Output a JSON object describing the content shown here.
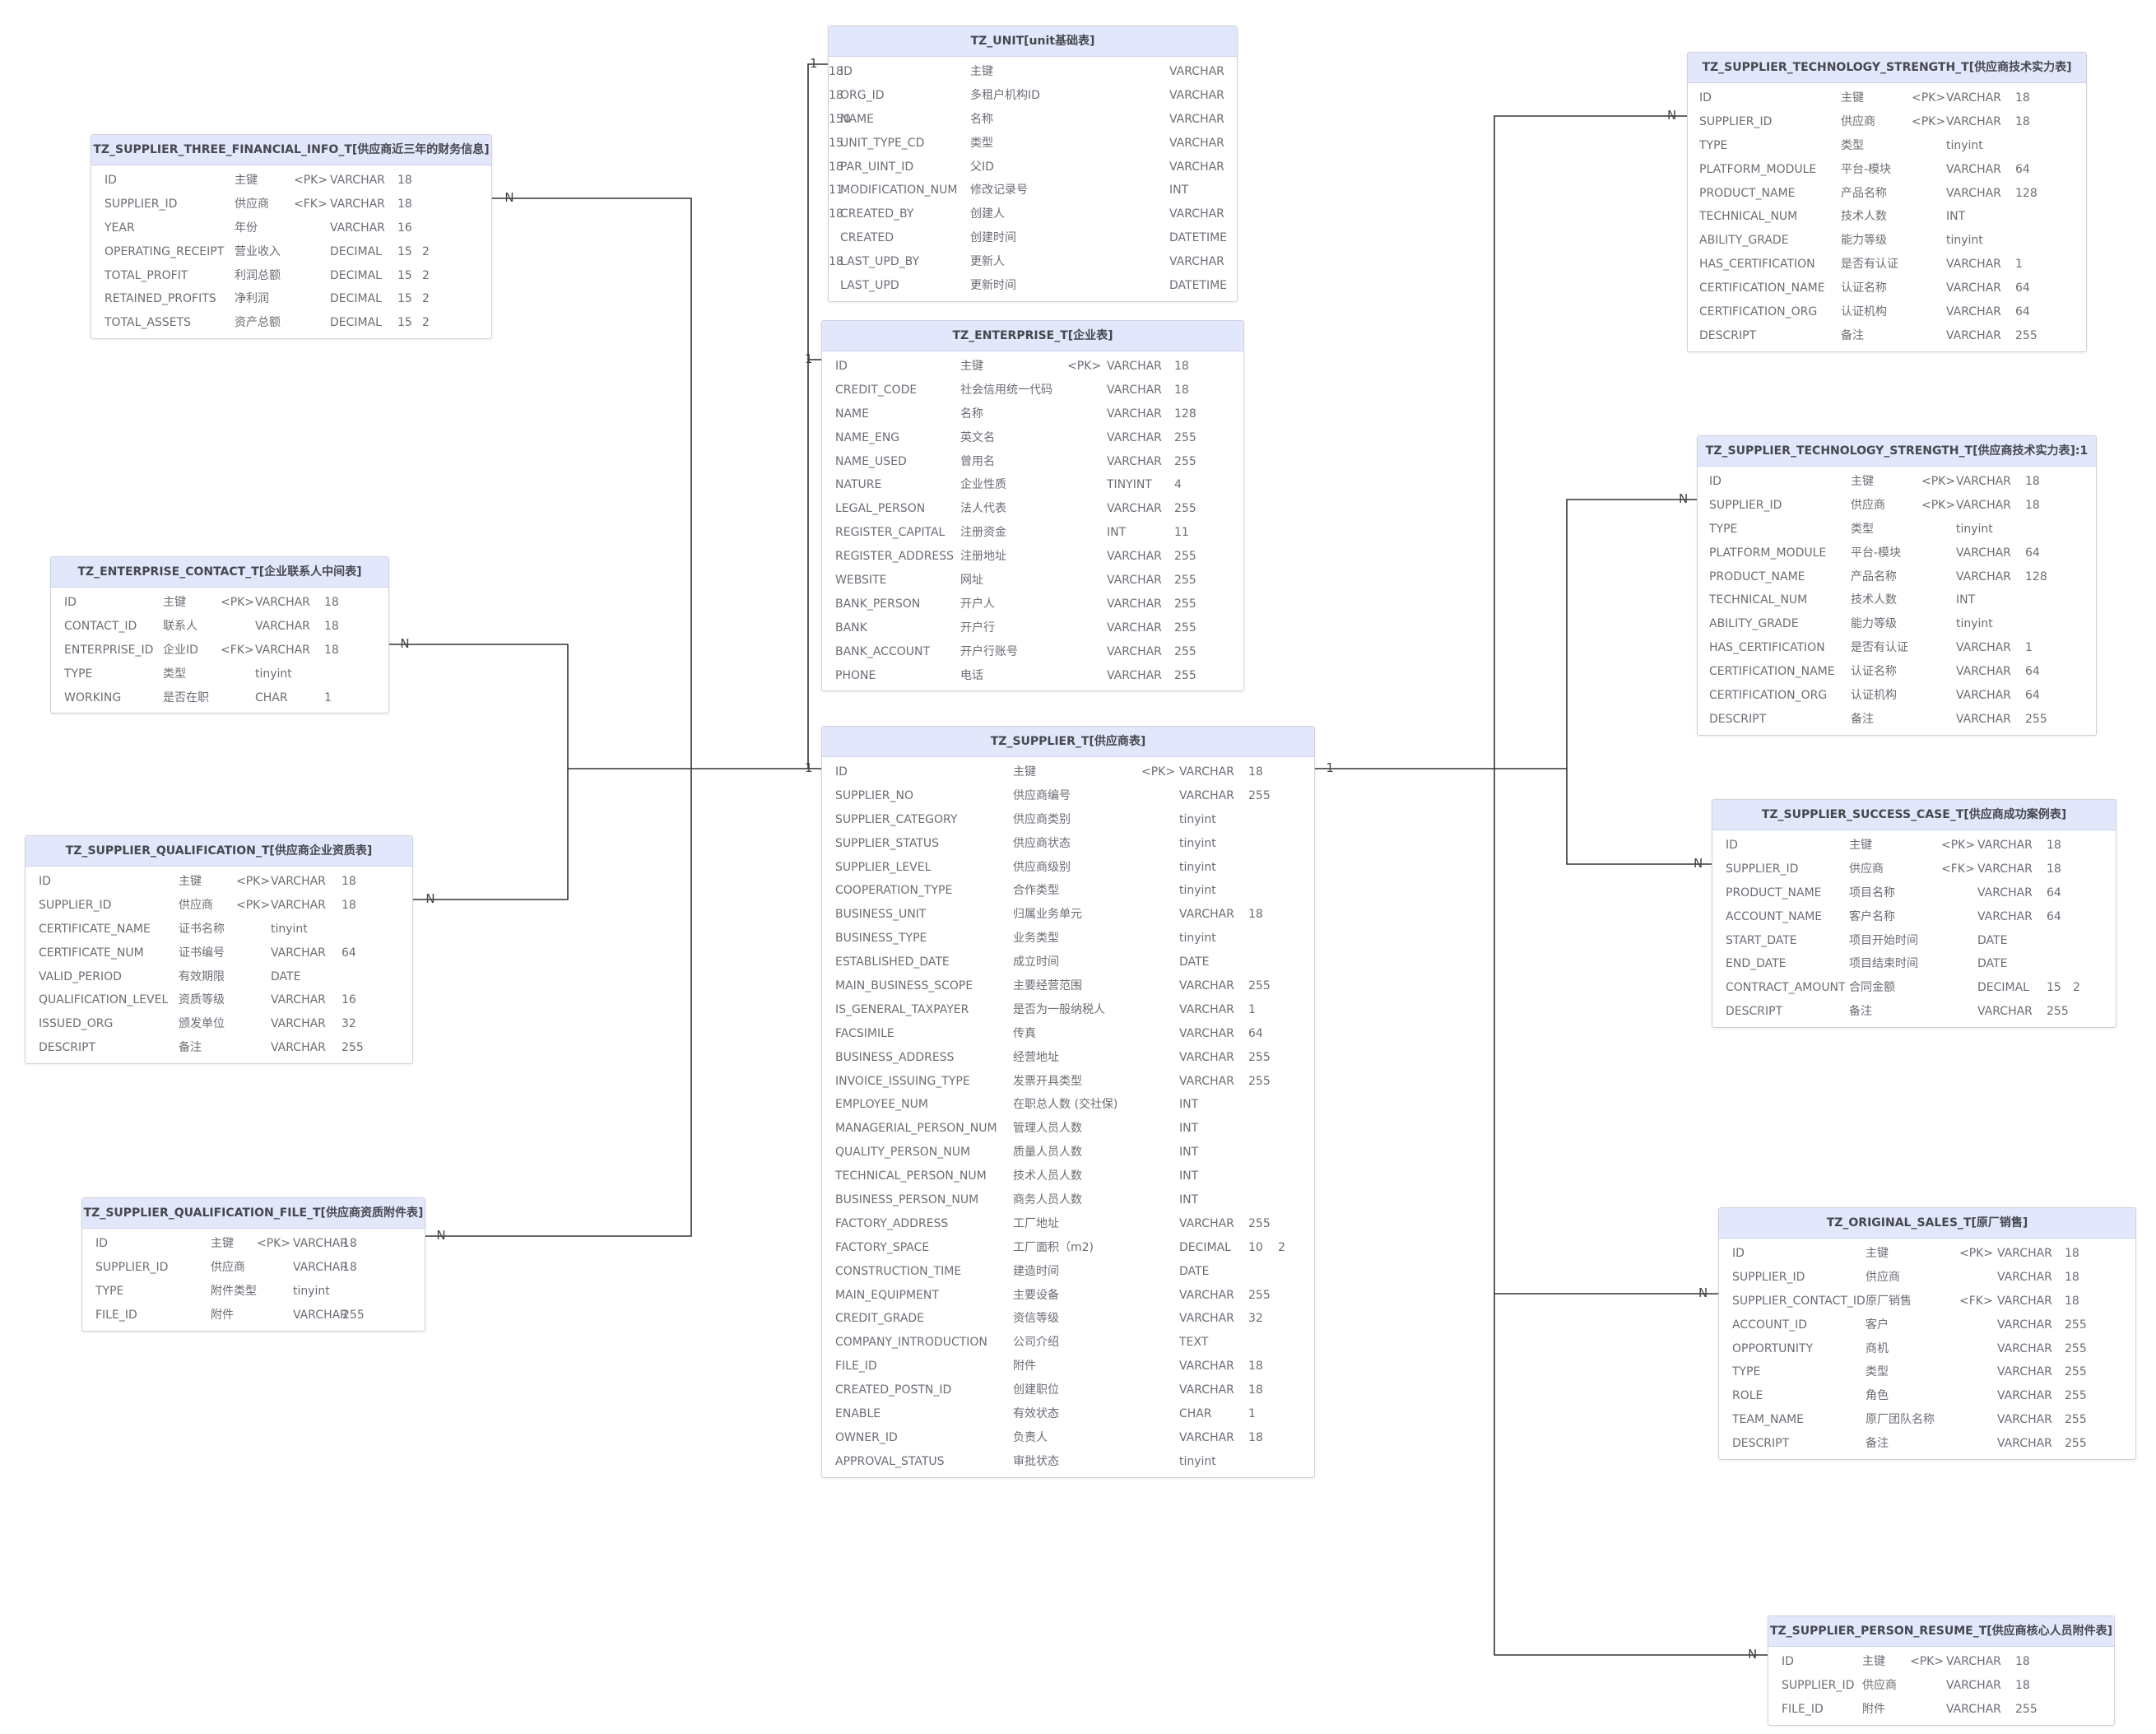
{
  "tables": [
    {
      "key": "unit",
      "title": "TZ_UNIT[unit基础表]",
      "cols": [
        "ID|主键||VARCHAR|18|",
        "ORG_ID|多租户机构ID||VARCHAR|18|",
        "NAME|名称||VARCHAR|150|",
        "UNIT_TYPE_CD|类型||VARCHAR|15|",
        "PAR_UINT_ID|父ID||VARCHAR|18|",
        "MODIFICATION_NUM|修改记录号||INT|11|",
        "CREATED_BY|创建人||VARCHAR|18|",
        "CREATED|创建时间||DATETIME||",
        "LAST_UPD_BY|更新人||VARCHAR|18|",
        "LAST_UPD|更新时间||DATETIME||"
      ]
    },
    {
      "key": "enterprise",
      "title": "TZ_ENTERPRISE_T[企业表]",
      "cols": [
        "ID|主键|<PK>|VARCHAR|18|",
        "CREDIT_CODE|社会信用统一代码||VARCHAR|18|",
        "NAME|名称||VARCHAR|128|",
        "NAME_ENG|英文名||VARCHAR|255|",
        "NAME_USED|曾用名||VARCHAR|255|",
        "NATURE|企业性质||TINYINT|4|",
        "LEGAL_PERSON|法人代表||VARCHAR|255|",
        "REGISTER_CAPITAL|注册资金||INT|11|",
        "REGISTER_ADDRESS|注册地址||VARCHAR|255|",
        "WEBSITE|网址||VARCHAR|255|",
        "BANK_PERSON|开户人||VARCHAR|255|",
        "BANK|开户行||VARCHAR|255|",
        "BANK_ACCOUNT|开户行账号||VARCHAR|255|",
        "PHONE|电话||VARCHAR|255|"
      ]
    },
    {
      "key": "supplier",
      "title": "TZ_SUPPLIER_T[供应商表]",
      "cols": [
        "ID|主键|<PK>|VARCHAR|18|",
        "SUPPLIER_NO|供应商编号||VARCHAR|255|",
        "SUPPLIER_CATEGORY|供应商类别||tinyint||",
        "SUPPLIER_STATUS|供应商状态||tinyint||",
        "SUPPLIER_LEVEL|供应商级别||tinyint||",
        "COOPERATION_TYPE|合作类型||tinyint||",
        "BUSINESS_UNIT|归属业务单元||VARCHAR|18|",
        "BUSINESS_TYPE|业务类型||tinyint||",
        "ESTABLISHED_DATE|成立时间||DATE||",
        "MAIN_BUSINESS_SCOPE|主要经营范围||VARCHAR|255|",
        "IS_GENERAL_TAXPAYER|是否为一般纳税人||VARCHAR|1|",
        "FACSIMILE|传真||VARCHAR|64|",
        "BUSINESS_ADDRESS|经营地址||VARCHAR|255|",
        "INVOICE_ISSUING_TYPE|发票开具类型||VARCHAR|255|",
        "EMPLOYEE_NUM|在职总人数 (交社保)||INT||",
        "MANAGERIAL_PERSON_NUM|管理人员人数||INT||",
        "QUALITY_PERSON_NUM|质量人员人数||INT||",
        "TECHNICAL_PERSON_NUM|技术人员人数||INT||",
        "BUSINESS_PERSON_NUM|商务人员人数||INT||",
        "FACTORY_ADDRESS|工厂地址||VARCHAR|255|",
        "FACTORY_SPACE|工厂面积（m2)||DECIMAL|10|2",
        "CONSTRUCTION_TIME|建造时间||DATE||",
        "MAIN_EQUIPMENT|主要设备||VARCHAR|255|",
        "CREDIT_GRADE|资信等级||VARCHAR|32|",
        "COMPANY_INTRODUCTION|公司介绍||TEXT||",
        "FILE_ID|附件||VARCHAR|18|",
        "CREATED_POSTN_ID|创建职位||VARCHAR|18|",
        "ENABLE|有效状态||CHAR|1|",
        "OWNER_ID|负责人||VARCHAR|18|",
        "APPROVAL_STATUS|审批状态||tinyint||"
      ]
    },
    {
      "key": "financial",
      "title": "TZ_SUPPLIER_THREE_FINANCIAL_INFO_T[供应商近三年的财务信息]",
      "cols": [
        "ID|主键|<PK>|VARCHAR|18|",
        "SUPPLIER_ID|供应商|<FK>|VARCHAR|18|",
        "YEAR|年份||VARCHAR|16|",
        "OPERATING_RECEIPT|营业收入||DECIMAL|15|2",
        "TOTAL_PROFIT|利润总额||DECIMAL|15|2",
        "RETAINED_PROFITS|净利润||DECIMAL|15|2",
        "TOTAL_ASSETS|资产总额||DECIMAL|15|2"
      ]
    },
    {
      "key": "contact",
      "title": "TZ_ENTERPRISE_CONTACT_T[企业联系人中间表]",
      "cols": [
        "ID|主键|<PK>|VARCHAR|18|",
        "CONTACT_ID|联系人||VARCHAR|18|",
        "ENTERPRISE_ID|企业ID|<FK>|VARCHAR|18|",
        "TYPE|类型||tinyint||",
        "WORKING|是否在职||CHAR|1|"
      ]
    },
    {
      "key": "qualification",
      "title": "TZ_SUPPLIER_QUALIFICATION_T[供应商企业资质表]",
      "cols": [
        "ID|主键|<PK>|VARCHAR|18|",
        "SUPPLIER_ID|供应商|<PK>|VARCHAR|18|",
        "CERTIFICATE_NAME|证书名称||tinyint||",
        "CERTIFICATE_NUM|证书编号||VARCHAR|64|",
        "VALID_PERIOD|有效期限||DATE||",
        "QUALIFICATION_LEVEL|资质等级||VARCHAR|16|",
        "ISSUED_ORG|颁发单位||VARCHAR|32|",
        "DESCRIPT|备注||VARCHAR|255|"
      ]
    },
    {
      "key": "qualfile",
      "title": "TZ_SUPPLIER_QUALIFICATION_FILE_T[供应商资质附件表]",
      "cols": [
        "ID|主键|<PK>|VARCHAR|18|",
        "SUPPLIER_ID|供应商||VARCHAR|18|",
        "TYPE|附件类型||tinyint||",
        "FILE_ID|附件||VARCHAR|255|"
      ]
    },
    {
      "key": "tech1",
      "title": "TZ_SUPPLIER_TECHNOLOGY_STRENGTH_T[供应商技术实力表]",
      "cols": [
        "ID|主键|<PK>|VARCHAR|18|",
        "SUPPLIER_ID|供应商|<PK>|VARCHAR|18|",
        "TYPE|类型||tinyint||",
        "PLATFORM_MODULE|平台-模块||VARCHAR|64|",
        "PRODUCT_NAME|产品名称||VARCHAR|128|",
        "TECHNICAL_NUM|技术人数||INT||",
        "ABILITY_GRADE|能力等级||tinyint||",
        "HAS_CERTIFICATION|是否有认证||VARCHAR|1|",
        "CERTIFICATION_NAME|认证名称||VARCHAR|64|",
        "CERTIFICATION_ORG|认证机构||VARCHAR|64|",
        "DESCRIPT|备注||VARCHAR|255|"
      ]
    },
    {
      "key": "tech2",
      "title": "TZ_SUPPLIER_TECHNOLOGY_STRENGTH_T[供应商技术实力表]:1",
      "cols": [
        "ID|主键|<PK>|VARCHAR|18|",
        "SUPPLIER_ID|供应商|<PK>|VARCHAR|18|",
        "TYPE|类型||tinyint||",
        "PLATFORM_MODULE|平台-模块||VARCHAR|64|",
        "PRODUCT_NAME|产品名称||VARCHAR|128|",
        "TECHNICAL_NUM|技术人数||INT||",
        "ABILITY_GRADE|能力等级||tinyint||",
        "HAS_CERTIFICATION|是否有认证||VARCHAR|1|",
        "CERTIFICATION_NAME|认证名称||VARCHAR|64|",
        "CERTIFICATION_ORG|认证机构||VARCHAR|64|",
        "DESCRIPT|备注||VARCHAR|255|"
      ]
    },
    {
      "key": "successcase",
      "title": "TZ_SUPPLIER_SUCCESS_CASE_T[供应商成功案例表]",
      "cols": [
        "ID|主键|<PK>|VARCHAR|18|",
        "SUPPLIER_ID|供应商|<FK>|VARCHAR|18|",
        "PRODUCT_NAME|项目名称||VARCHAR|64|",
        "ACCOUNT_NAME|客户名称||VARCHAR|64|",
        "START_DATE|项目开始时间||DATE||",
        "END_DATE|项目结束时间||DATE||",
        "CONTRACT_AMOUNT|合同金额||DECIMAL|15|2",
        "DESCRIPT|备注||VARCHAR|255|"
      ]
    },
    {
      "key": "sales",
      "title": "TZ_ORIGINAL_SALES_T[原厂销售]",
      "cols": [
        "ID|主键|<PK>|VARCHAR|18|",
        "SUPPLIER_ID|供应商||VARCHAR|18|",
        "SUPPLIER_CONTACT_ID|原厂销售|<FK>|VARCHAR|18|",
        "ACCOUNT_ID|客户||VARCHAR|255|",
        "OPPORTUNITY|商机||VARCHAR|255|",
        "TYPE|类型||VARCHAR|255|",
        "ROLE|角色||VARCHAR|255|",
        "TEAM_NAME|原厂团队名称||VARCHAR|255|",
        "DESCRIPT|备注||VARCHAR|255|"
      ]
    },
    {
      "key": "resume",
      "title": "TZ_SUPPLIER_PERSON_RESUME_T[供应商核心人员附件表]",
      "cols": [
        "ID|主键|<PK>|VARCHAR|18|",
        "SUPPLIER_ID|供应商||VARCHAR|18|",
        "FILE_ID|附件||VARCHAR|255|"
      ]
    }
  ],
  "relationships": [
    {
      "from": "financial",
      "to": "supplier",
      "from_card": "N",
      "to_card": "1"
    },
    {
      "from": "contact",
      "to": "supplier",
      "from_card": "N",
      "to_card": "1"
    },
    {
      "from": "qualification",
      "to": "supplier",
      "from_card": "N",
      "to_card": "1"
    },
    {
      "from": "qualfile",
      "to": "supplier",
      "from_card": "N",
      "to_card": "1"
    },
    {
      "from": "unit",
      "to": "supplier",
      "from_card": "1",
      "to_card": "1"
    },
    {
      "from": "enterprise",
      "to": "supplier",
      "from_card": "1",
      "to_card": "1"
    },
    {
      "from": "supplier",
      "to": "tech1",
      "from_card": "1",
      "to_card": "N"
    },
    {
      "from": "supplier",
      "to": "tech2",
      "from_card": "1",
      "to_card": "N"
    },
    {
      "from": "supplier",
      "to": "successcase",
      "from_card": "1",
      "to_card": "N"
    },
    {
      "from": "supplier",
      "to": "sales",
      "from_card": "1",
      "to_card": "N"
    },
    {
      "from": "supplier",
      "to": "resume",
      "from_card": "1",
      "to_card": "N"
    }
  ],
  "colors": {
    "header_bg": "#e3e7fb",
    "border": "#cfd2dc",
    "line": "#333333",
    "text": "#6b6e75"
  }
}
